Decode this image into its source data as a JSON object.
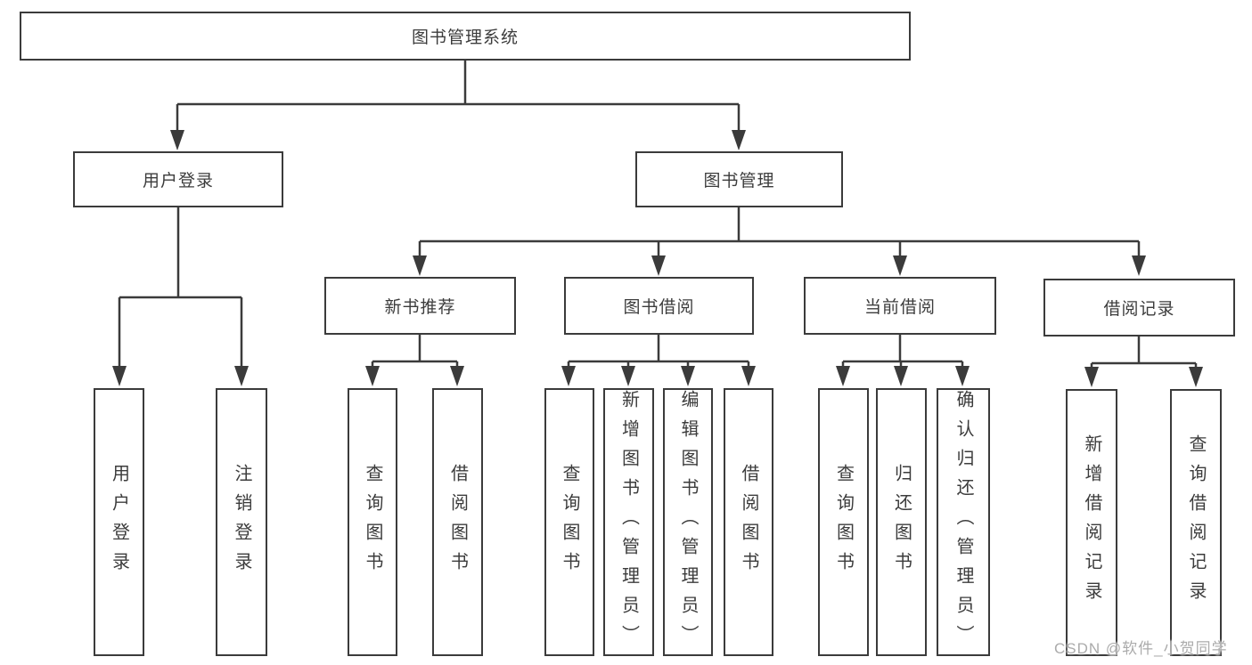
{
  "diagram": {
    "title": "图书管理系统",
    "level2": [
      {
        "label": "用户登录"
      },
      {
        "label": "图书管理"
      }
    ],
    "level3": [
      {
        "label": "新书推荐"
      },
      {
        "label": "图书借阅"
      },
      {
        "label": "当前借阅"
      },
      {
        "label": "借阅记录"
      }
    ],
    "leaves": [
      {
        "label": "用户登录"
      },
      {
        "label": "注销登录"
      },
      {
        "label": "查询图书"
      },
      {
        "label": "借阅图书"
      },
      {
        "label": "查询图书"
      },
      {
        "label": "新增图书（管理员）"
      },
      {
        "label": "编辑图书（管理员）"
      },
      {
        "label": "借阅图书"
      },
      {
        "label": "查询图书"
      },
      {
        "label": "归还图书"
      },
      {
        "label": "确认归还（管理员）"
      },
      {
        "label": "新增借阅记录"
      },
      {
        "label": "查询借阅记录"
      }
    ],
    "watermark": "CSDN @软件_小贺同学",
    "colors": {
      "line": "#3b3b3b",
      "border": "#3b3b3b",
      "text": "#3c3c3c",
      "watermark": "#ababab",
      "background": "#ffffff"
    }
  }
}
